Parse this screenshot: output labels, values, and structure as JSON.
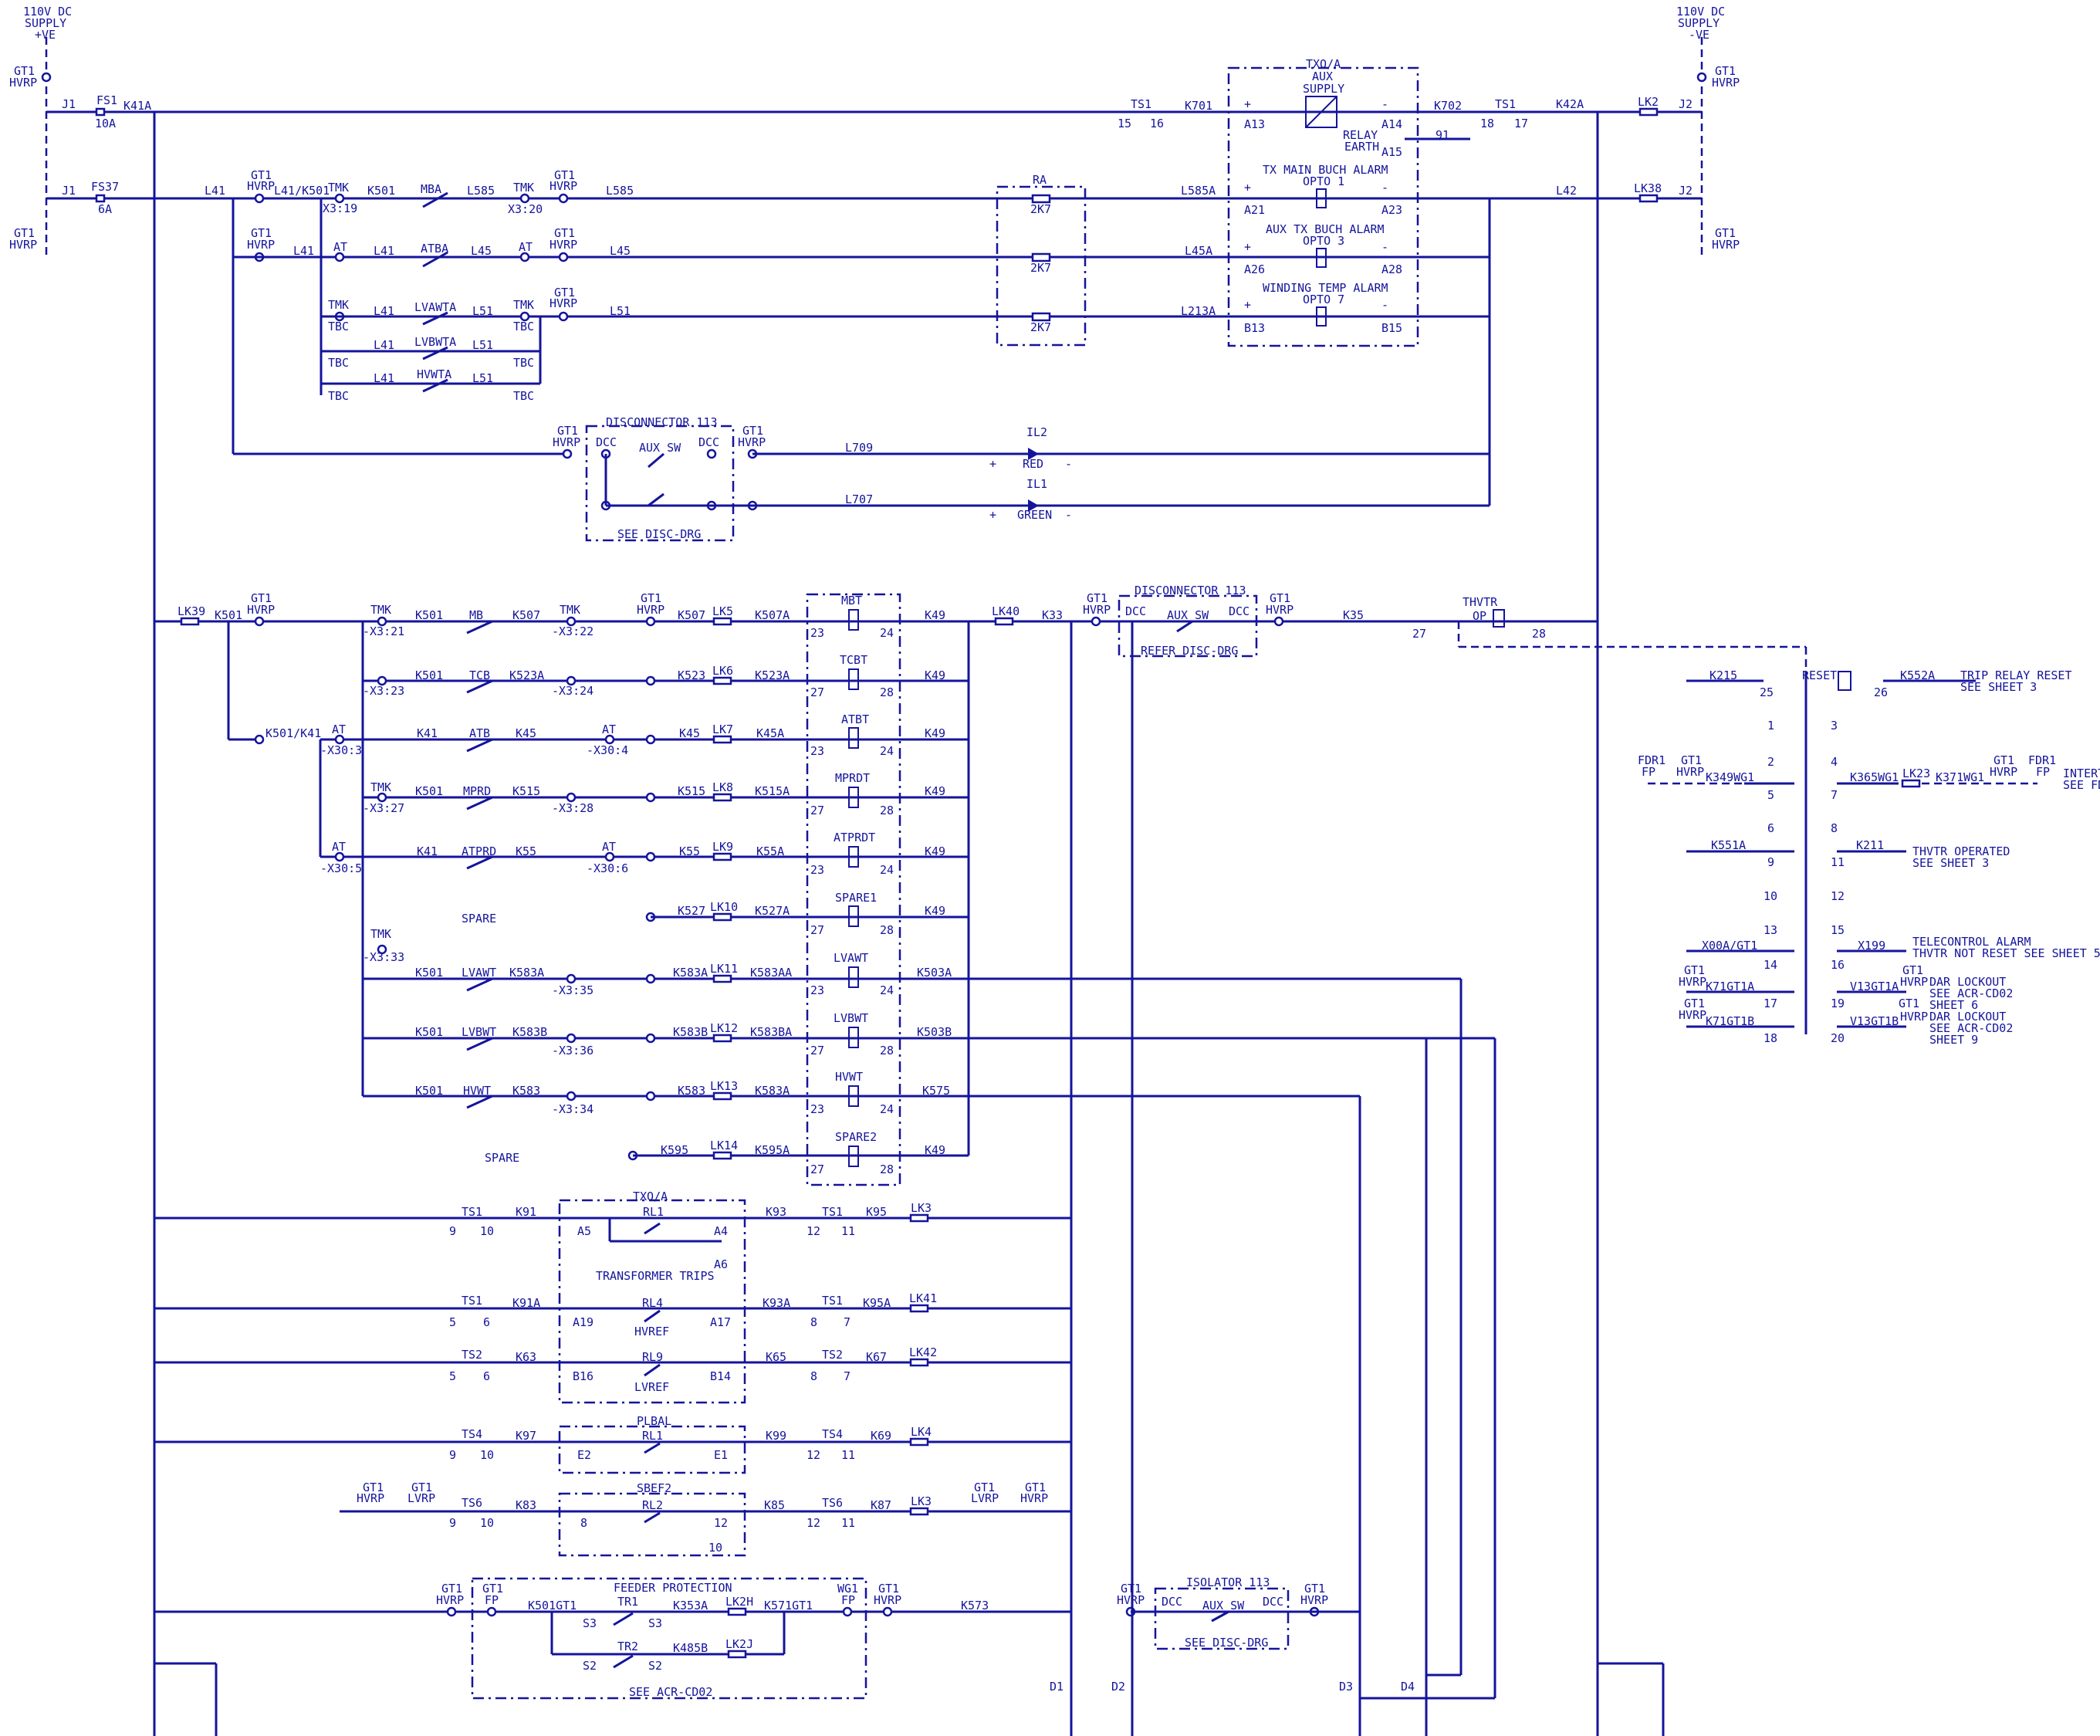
{
  "supply_left": {
    "l1": "110V DC",
    "l2": "SUPPLY",
    "l3": "+VE"
  },
  "supply_right": {
    "l1": "110V DC",
    "l2": "SUPPLY",
    "l3": "-VE"
  },
  "gt1": "GT1",
  "hvrp": "HVRP",
  "lvrp": "LVRP",
  "fp": "FP",
  "wg1": "WG1",
  "fdr1": "FDR1",
  "j1": "J1",
  "j2": "J2",
  "fs1": "FS1",
  "fs1_val": "10A",
  "fs37": "FS37",
  "fs37_val": "6A",
  "k41a": "K41A",
  "l41": "L41",
  "l41k501": "L41/K501",
  "tmk": "TMK",
  "k501": "K501",
  "mba": "MBA",
  "l585": "L585",
  "l585a": "L585A",
  "x319": "X3:19",
  "x320": "X3:20",
  "at": "AT",
  "atba": "ATBA",
  "l45": "L45",
  "l45a": "L45A",
  "tbc": "TBC",
  "lvawta": "LVAWTA",
  "lvbwta": "LVBWTA",
  "hvwta": "HVWTA",
  "l51": "L51",
  "l213a": "L213A",
  "ts1": "TS1",
  "ts2": "TS2",
  "ts4": "TS4",
  "ts6": "TS6",
  "k701": "K701",
  "k702": "K702",
  "k42a": "K42A",
  "l42": "L42",
  "lk2": "LK2",
  "lk38": "LK38",
  "txoa": "TXO/A",
  "aux": "AUX",
  "supply": "SUPPLY",
  "relay": "RELAY",
  "earth": "EARTH",
  "a13": "A13",
  "a14": "A14",
  "a15": "A15",
  "n91": "91",
  "tx_main_buch": "TX  MAIN  BUCH  ALARM",
  "opto1": "OPTO  1",
  "a21": "A21",
  "a23": "A23",
  "aux_tx_buch": "AUX  TX  BUCH  ALARM",
  "opto3": "OPTO  3",
  "a26": "A26",
  "a28": "A28",
  "winding_temp": "WINDING  TEMP  ALARM",
  "opto7": "OPTO  7",
  "b13": "B13",
  "b15": "B15",
  "ra": "RA",
  "r2k7": "2K7",
  "disconnector": "DISCONNECTOR  113",
  "dcc": "DCC",
  "aux_sw": "AUX  SW",
  "see_disc_drg": "SEE  DISC-DRG",
  "refer_disc_drg": "REFER  DISC-DRG",
  "l709": "L709",
  "l707": "L707",
  "il2": "IL2",
  "red": "RED",
  "il1": "IL1",
  "green": "GREEN",
  "plus": "+",
  "minus": "-",
  "lk39": "LK39",
  "lk40": "LK40",
  "k33": "K33",
  "k35": "K35",
  "thvtr": "THVTR",
  "op": "OP",
  "mb": "MB",
  "k507": "K507",
  "k507a": "K507A",
  "x321": "-X3:21",
  "x322": "-X3:22",
  "mbt": "MBT",
  "k49": "K49",
  "lk5": "LK5",
  "tcb": "TCB",
  "k523a": "K523A",
  "k523": "K523",
  "x323": "-X3:23",
  "x324": "-X3:24",
  "tcbt": "TCBT",
  "lk6": "LK6",
  "k501k41": "K501/K41",
  "k41": "K41",
  "atb": "ATB",
  "k45": "K45",
  "k45a": "K45A",
  "x303": "-X30:3",
  "x304": "-X30:4",
  "atbt": "ATBT",
  "lk7": "LK7",
  "mprd": "MPRD",
  "k515": "K515",
  "k515a": "K515A",
  "x327": "-X3:27",
  "x328": "-X3:28",
  "mprdt": "MPRDT",
  "lk8": "LK8",
  "atprd": "ATPRD",
  "k55": "K55",
  "k55a": "K55A",
  "x305": "-X30:5",
  "x306": "-X30:6",
  "atprdt": "ATPRDT",
  "lk9": "LK9",
  "spare": "SPARE",
  "k527": "K527",
  "k527a": "K527A",
  "spare1": "SPARE1",
  "lk10": "LK10",
  "x333": "-X3:33",
  "lvawt": "LVAWT",
  "k583a": "K583A",
  "k583aa": "K583AA",
  "x335": "-X3:35",
  "lvawtt": "LVAWT",
  "k503a": "K503A",
  "lk11": "LK11",
  "lvbwt": "LVBWT",
  "k583b": "K583B",
  "k583ba": "K583BA",
  "x336": "-X3:36",
  "lvbwtt": "LVBWT",
  "k503b": "K503B",
  "lk12": "LK12",
  "hvwt": "HVWT",
  "k583": "K583",
  "x334": "-X3:34",
  "hvwtt": "HVWT",
  "k575": "K575",
  "lk13": "LK13",
  "k595": "K595",
  "k595a": "K595A",
  "spare2": "SPARE2",
  "lk14": "LK14",
  "c23": "23",
  "c24": "24",
  "c27": "27",
  "c28": "28",
  "k91": "K91",
  "k93": "K93",
  "k95": "K95",
  "lk3": "LK3",
  "a5": "A5",
  "a4": "A4",
  "a6": "A6",
  "rl1": "RL1",
  "transformer_trips": "TRANSFORMER  TRIPS",
  "k91a": "K91A",
  "k93a": "K93A",
  "k95a": "K95A",
  "lk41": "LK41",
  "rl4": "RL4",
  "hvref": "HVREF",
  "a19": "A19",
  "a17": "A17",
  "k63": "K63",
  "k65": "K65",
  "k67": "K67",
  "lk42": "LK42",
  "rl9": "RL9",
  "lvref": "LVREF",
  "b16": "B16",
  "b14": "B14",
  "k97": "K97",
  "k99": "K99",
  "k69": "K69",
  "lk4": "LK4",
  "plbal": "PLBAL",
  "e2": "E2",
  "e1": "E1",
  "k83": "K83",
  "k85": "K85",
  "k87": "K87",
  "sbef2": "SBEF2",
  "rl2": "RL2",
  "n5": "5",
  "n6": "6",
  "n7": "7",
  "n8": "8",
  "n9": "9",
  "n10": "10",
  "n11": "11",
  "n12": "12",
  "n15": "15",
  "n16": "16",
  "n17": "17",
  "n18": "18",
  "feeder_protection": "FEEDER  PROTECTION",
  "k501gt1": "K501GT1",
  "tr1": "TR1",
  "k353a": "K353A",
  "lk2h": "LK2H",
  "k571gt1": "K571GT1",
  "k573": "K573",
  "s3": "S3",
  "s2": "S2",
  "tr2": "TR2",
  "k485b": "K485B",
  "lk2j": "LK2J",
  "see_acr": "SEE  ACR-CD02",
  "isolator": "ISOLATOR  113",
  "d1": "D1",
  "d2": "D2",
  "d3": "D3",
  "d4": "D4",
  "k215": "K215",
  "reset": "RESET",
  "k552a": "K552A",
  "trip_reset": "TRIP  RELAY  RESET",
  "see_sheet3": "SEE  SHEET  3",
  "n1": "1",
  "n2": "2",
  "n3": "3",
  "n4": "4",
  "n13": "13",
  "n14": "14",
  "n19": "19",
  "n20": "20",
  "n25": "25",
  "n26": "26",
  "k349wg1": "K349WG1",
  "k365wg1": "K365WG1",
  "lk23": "LK23",
  "k371wg1": "K371WG1",
  "intertrip": "INTERTR",
  "see_fd": "SEE  FD",
  "k551a": "K551A",
  "k211": "K211",
  "thvtr_operated": "THVTR  OPERATED",
  "x00a": "X00A/GT1",
  "x199": "X199",
  "telecontrol": "TELECONTROL  ALARM",
  "thvtr_not_reset": "THVTR  NOT  RESET  SEE  SHEET  5",
  "k71gt1a": "K71GT1A",
  "v13gt1a": "V13GT1A",
  "dar_lockout": "DAR  LOCKOUT",
  "see_sheet6": "SHEET  6",
  "k71gt1b": "K71GT1B",
  "v13gt1b": "V13GT1B",
  "see_sheet9": "SHEET  9",
  "n27": "27",
  "n28": "28"
}
